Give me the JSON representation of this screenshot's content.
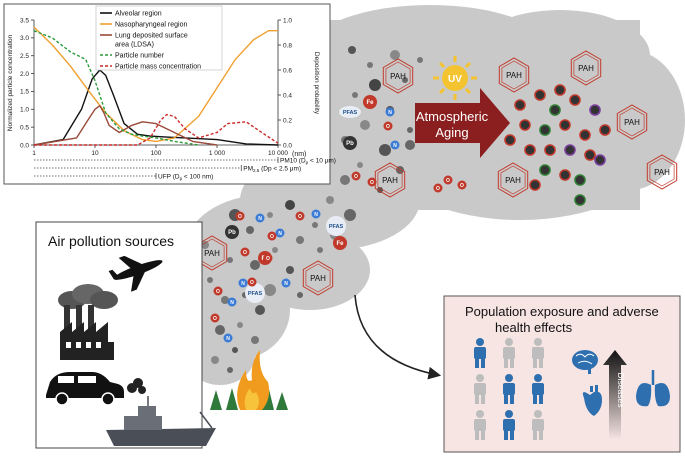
{
  "chart_data": {
    "type": "line",
    "ylabel": "Normalized particle concentration",
    "y2label": "Deposition probability",
    "xlabel": "(nm)",
    "xscale": "log",
    "xlim": [
      1,
      10000
    ],
    "ylim": [
      0,
      3.5
    ],
    "y2lim": [
      0,
      1.0
    ],
    "x_ticks": [
      "1",
      "10",
      "100",
      "1 000",
      "10 000"
    ],
    "y_ticks": [
      "0.0",
      "0.5",
      "1.0",
      "1.5",
      "2.0",
      "2.5",
      "3.0",
      "3.5"
    ],
    "y2_ticks": [
      "0.0",
      "0.2",
      "0.4",
      "0.6",
      "0.8",
      "1.0"
    ],
    "legend_position": "top",
    "series": [
      {
        "name": "Alveolar region",
        "color": "#111111",
        "style": "solid",
        "x": [
          1,
          3,
          6,
          9,
          12,
          15,
          20,
          30,
          50,
          80,
          150,
          300,
          1000,
          3000,
          10000
        ],
        "y": [
          0.0,
          0.15,
          1.0,
          1.85,
          2.1,
          1.95,
          1.4,
          0.6,
          0.3,
          0.25,
          0.22,
          0.2,
          0.15,
          0.03,
          0.0
        ]
      },
      {
        "name": "Nasopharyngeal region",
        "color": "#f0a030",
        "style": "solid",
        "x": [
          1,
          2,
          4,
          8,
          15,
          30,
          60,
          100,
          200,
          500,
          1000,
          2000,
          4000,
          7000,
          10000
        ],
        "y": [
          3.3,
          2.8,
          2.2,
          1.5,
          0.9,
          0.4,
          0.15,
          0.1,
          0.2,
          0.8,
          1.6,
          2.4,
          2.95,
          3.2,
          3.2
        ]
      },
      {
        "name": "Lung deposited surface area (LDSA)",
        "color": "#9a4a3a",
        "style": "solid",
        "x": [
          1,
          5,
          8,
          10,
          12,
          14,
          17,
          25,
          40,
          60,
          100,
          200,
          400,
          1000
        ],
        "y": [
          0.0,
          0.2,
          0.75,
          1.0,
          1.1,
          0.9,
          0.55,
          0.35,
          0.55,
          0.65,
          0.6,
          0.35,
          0.1,
          0.0
        ]
      },
      {
        "name": "Particle number",
        "color": "#2a9a3a",
        "style": "dashed",
        "x": [
          1,
          2,
          4,
          7,
          10,
          15,
          25,
          40,
          60,
          100,
          200,
          500
        ],
        "y": [
          3.2,
          3.0,
          2.6,
          2.4,
          1.8,
          0.9,
          0.45,
          0.3,
          0.25,
          0.2,
          0.1,
          0.0
        ]
      },
      {
        "name": "Particle mass concentration",
        "color": "#cc2a2a",
        "style": "dashed",
        "x": [
          1,
          50,
          80,
          120,
          150,
          200,
          300,
          500,
          1000,
          1500,
          3000,
          6000,
          10000
        ],
        "y": [
          0.0,
          0.0,
          0.2,
          0.7,
          0.85,
          0.8,
          0.45,
          0.2,
          0.35,
          0.6,
          0.65,
          0.3,
          0.05
        ]
      }
    ],
    "size_ranges": [
      {
        "label_main": "PM10 (D",
        "label_sub": "p",
        "label_tail": " < 10 μm)",
        "to": 10000
      },
      {
        "label_main": "PM",
        "label_sub": "2.5",
        "label_tail": " (Dp < 2.5 μm)",
        "to": 2500
      },
      {
        "label_main": "UFP (D",
        "label_sub": "p",
        "label_tail": " < 100 nm)",
        "to": 100
      }
    ]
  },
  "diagram": {
    "cloud_labels": {
      "pah": "PAH",
      "pfas": "PFAS",
      "pb": "Pb",
      "fe": "Fe",
      "o": "O",
      "n": "N",
      "uv": "UV"
    },
    "arrow_label_line1": "Atmospheric",
    "arrow_label_line2": "Aging",
    "sources_title": "Air pollution sources",
    "health_title_line1": "Population exposure and adverse",
    "health_title_line2": "health effects",
    "diseases_label": "Diseases",
    "colors": {
      "cloud": "#c9c9c9",
      "arrow": "#8b1e1e",
      "sun": "#f4c430",
      "health_bg": "#f6e5e3",
      "person_blue": "#2e6fb0",
      "person_gray": "#bdbdbd",
      "fire": "#f09a1e",
      "pah_ring": "#c0392b"
    }
  }
}
